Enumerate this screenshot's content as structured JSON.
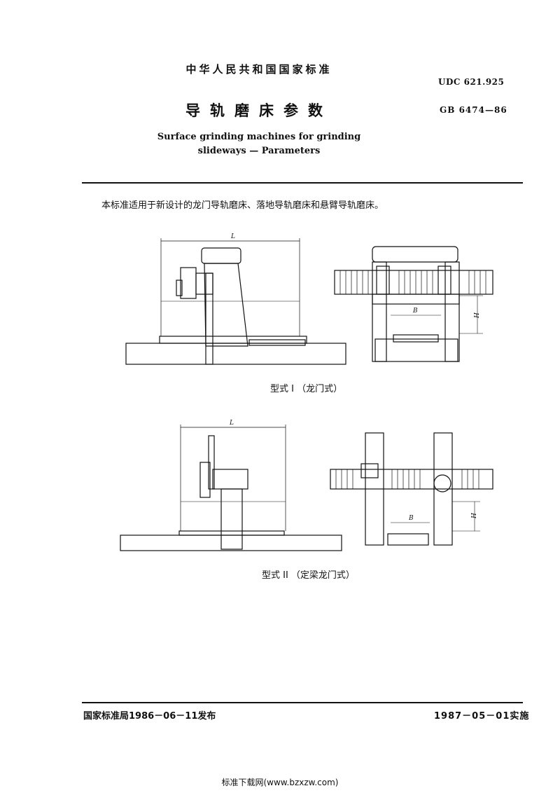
{
  "header": {
    "organization": "中华人民共和国国家标准",
    "udc": "UDC 621.925",
    "title_cn": "导轨磨床参数",
    "standard_no": "GB 6474—86",
    "title_en_line1": "Surface grinding machines for grinding",
    "title_en_line2": "slideways — Parameters"
  },
  "body": {
    "scope_text": "本标准适用于新设计的龙门导轨磨床、落地导轨磨床和悬臂导轨磨床。"
  },
  "figures": {
    "type1": {
      "caption": "型式 I （龙门式）",
      "label_L": "L",
      "label_B": "B",
      "label_H": "H"
    },
    "type2": {
      "caption": "型式 II （定梁龙门式）",
      "label_L": "L",
      "label_B": "B",
      "label_H": "H"
    }
  },
  "footer": {
    "issued": "国家标准局1986－06－11发布",
    "effective": "1987－05－01实施",
    "site": "标准下载网(www.bzxzw.com)"
  }
}
